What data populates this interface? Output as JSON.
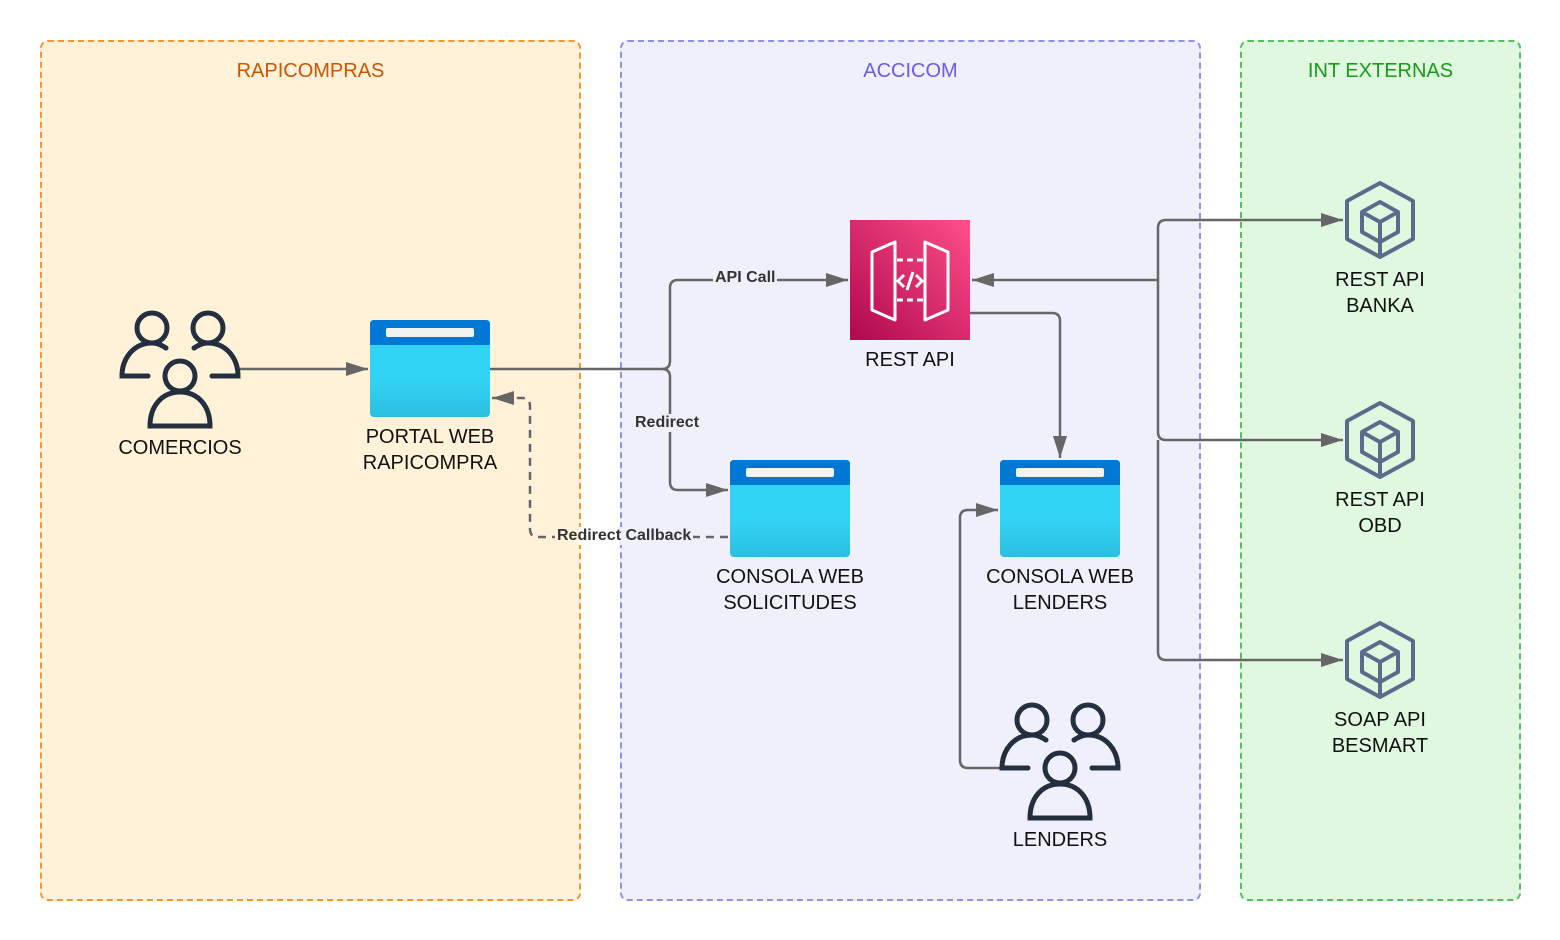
{
  "zones": {
    "rapicompras": {
      "title": "RAPICOMPRAS",
      "border": "#f7962f",
      "fill": "#fff2d9",
      "text": "#cc5500"
    },
    "accicom": {
      "title": "ACCICOM",
      "border": "#9090ee",
      "fill": "#f0f0fc",
      "text": "#6a5ce6"
    },
    "externas": {
      "title": "INT EXTERNAS",
      "border": "#55c060",
      "fill": "#e0f8e0",
      "text": "#1a9a1a"
    }
  },
  "nodes": {
    "comercios": {
      "label": "COMERCIOS",
      "icon": "users-icon"
    },
    "portal": {
      "label": "PORTAL WEB\nRAPICOMPRA",
      "icon": "browser-window-icon"
    },
    "rest_api": {
      "label": "REST API",
      "icon": "api-gateway-icon"
    },
    "consola_solicitudes": {
      "label": "CONSOLA WEB\nSOLICITUDES",
      "icon": "browser-window-icon"
    },
    "consola_lenders": {
      "label": "CONSOLA WEB\nLENDERS",
      "icon": "browser-window-icon"
    },
    "lenders": {
      "label": "LENDERS",
      "icon": "users-icon"
    },
    "banka": {
      "label": "REST API\nBANKA",
      "icon": "cube-icon"
    },
    "obd": {
      "label": "REST API\nOBD",
      "icon": "cube-icon"
    },
    "besmart": {
      "label": "SOAP API\nBESMART",
      "icon": "cube-icon"
    }
  },
  "edges": {
    "api_call": "API Call",
    "redirect": "Redirect",
    "redirect_callback": "Redirect Callback"
  },
  "colors": {
    "edge": "#666666",
    "browser_top": "#0078d4",
    "browser_body": "#32d4f5",
    "api_gateway": "#e7157b",
    "cube": "#5a6b8c",
    "users": "#232f3e"
  }
}
